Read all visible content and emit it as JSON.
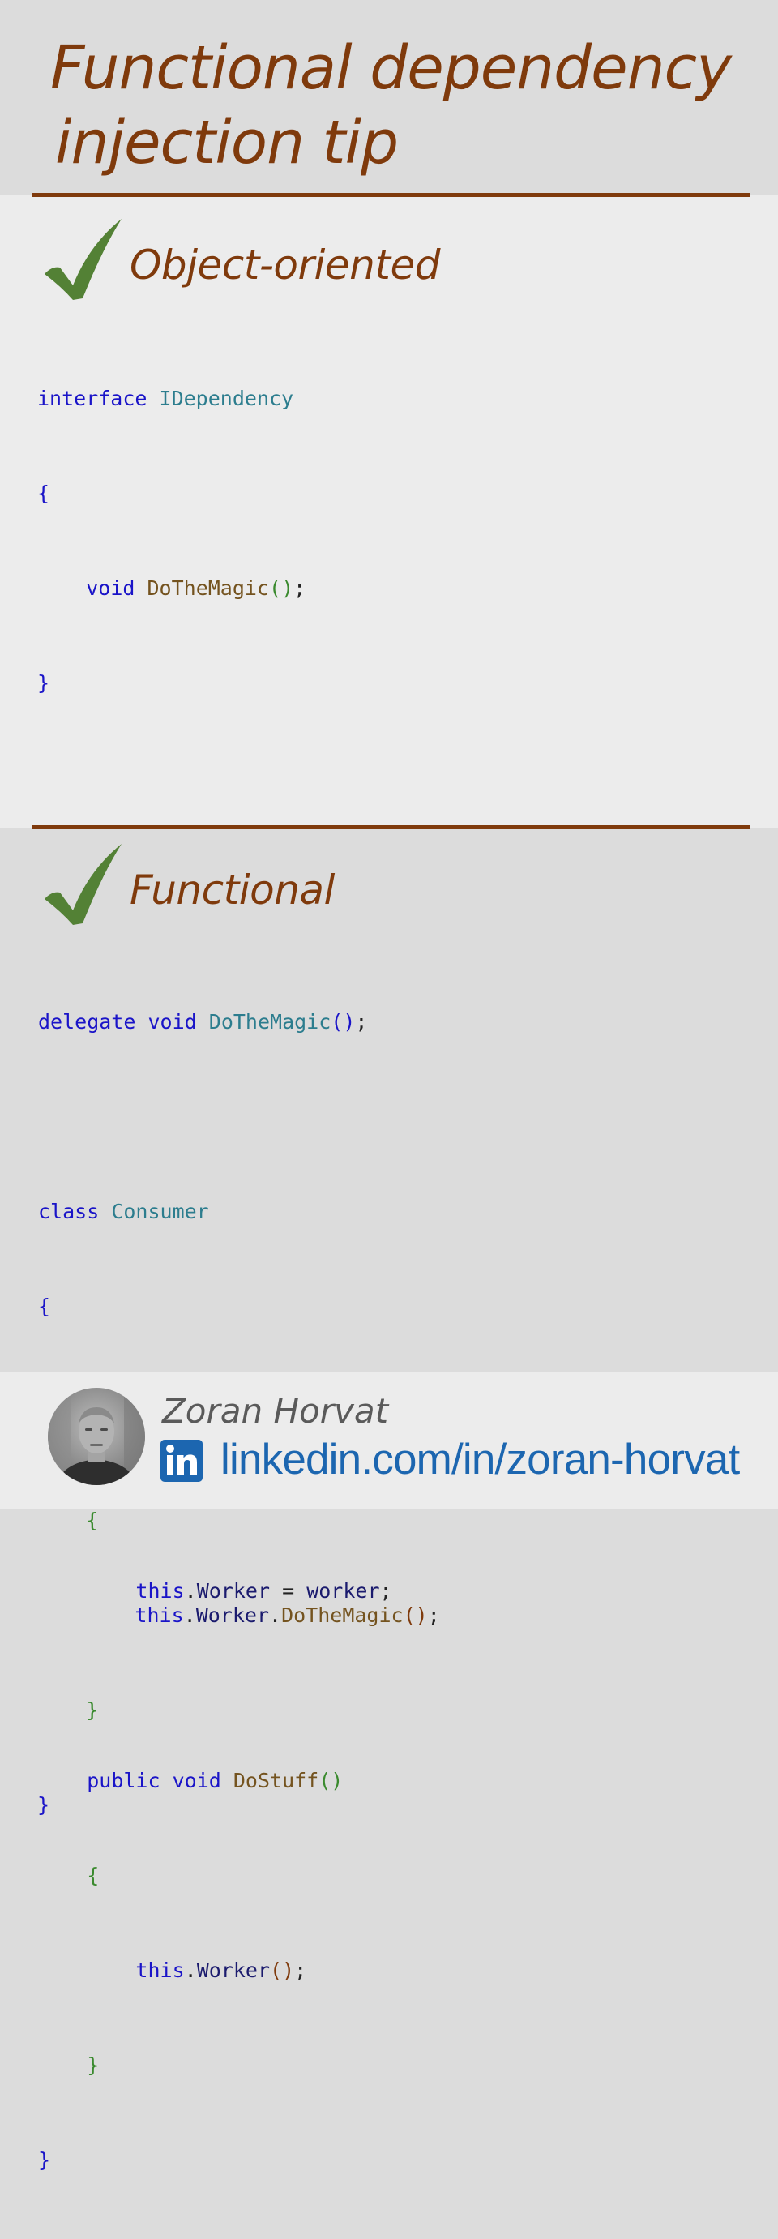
{
  "title": {
    "line1": "Functional dependency",
    "line2": "injection tip"
  },
  "sections": [
    {
      "heading": "Object-oriented"
    },
    {
      "heading": "Functional"
    }
  ],
  "author": {
    "name": "Zoran Horvat",
    "link": "linkedin.com/in/zoran-horvat"
  },
  "icons": {
    "check": "checkmark-icon",
    "linkedin": "linkedin-icon",
    "avatar": "avatar-photo"
  },
  "colors": {
    "accent": "#7f3a0c",
    "check": "#538135",
    "keyword": "#1a14c8",
    "type": "#2c7d8e",
    "method": "#74531f",
    "identifier": "#1b1b6e",
    "bracket": "#3a8a2e",
    "link": "#1c66b0"
  }
}
